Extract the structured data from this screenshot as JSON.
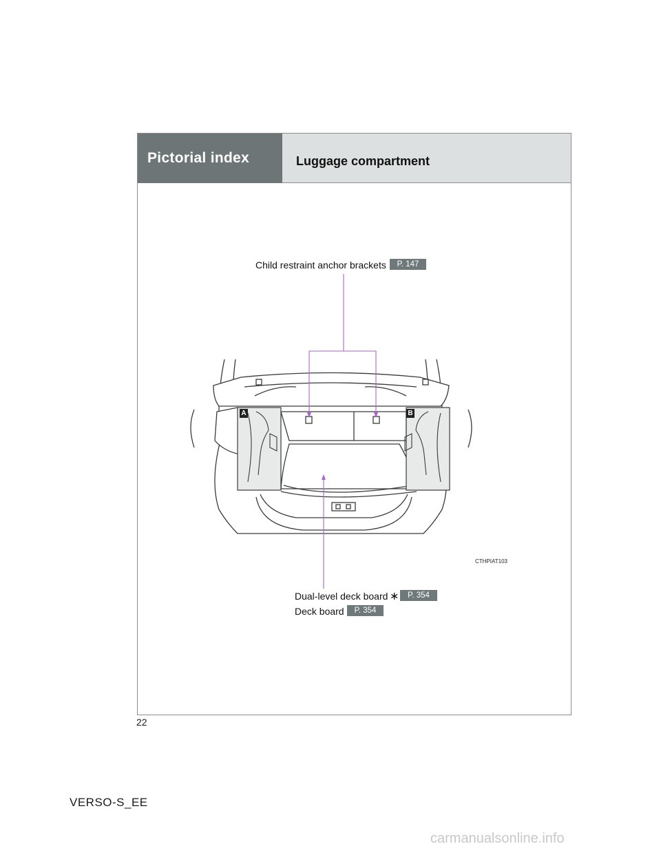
{
  "header": {
    "section": "Pictorial index",
    "title": "Luggage compartment"
  },
  "labels": {
    "child_anchor": "Child restraint anchor brackets",
    "child_anchor_ref": "P. 147",
    "dual_deck": "Dual-level deck board",
    "dual_deck_mark": "∗",
    "dual_deck_ref": "P. 354",
    "deck": "Deck board",
    "deck_ref": "P. 354",
    "callout_a": "A",
    "callout_b": "B",
    "figure_code": "CTHPIAT103"
  },
  "page_number": "22",
  "footer": "VERSO-S_EE",
  "watermark": "carmanualsonline.info",
  "colors": {
    "header_dark": "#6d7576",
    "header_light": "#dde0e1",
    "leader": "#b25fd0",
    "ref_badge": "#6f797a"
  }
}
